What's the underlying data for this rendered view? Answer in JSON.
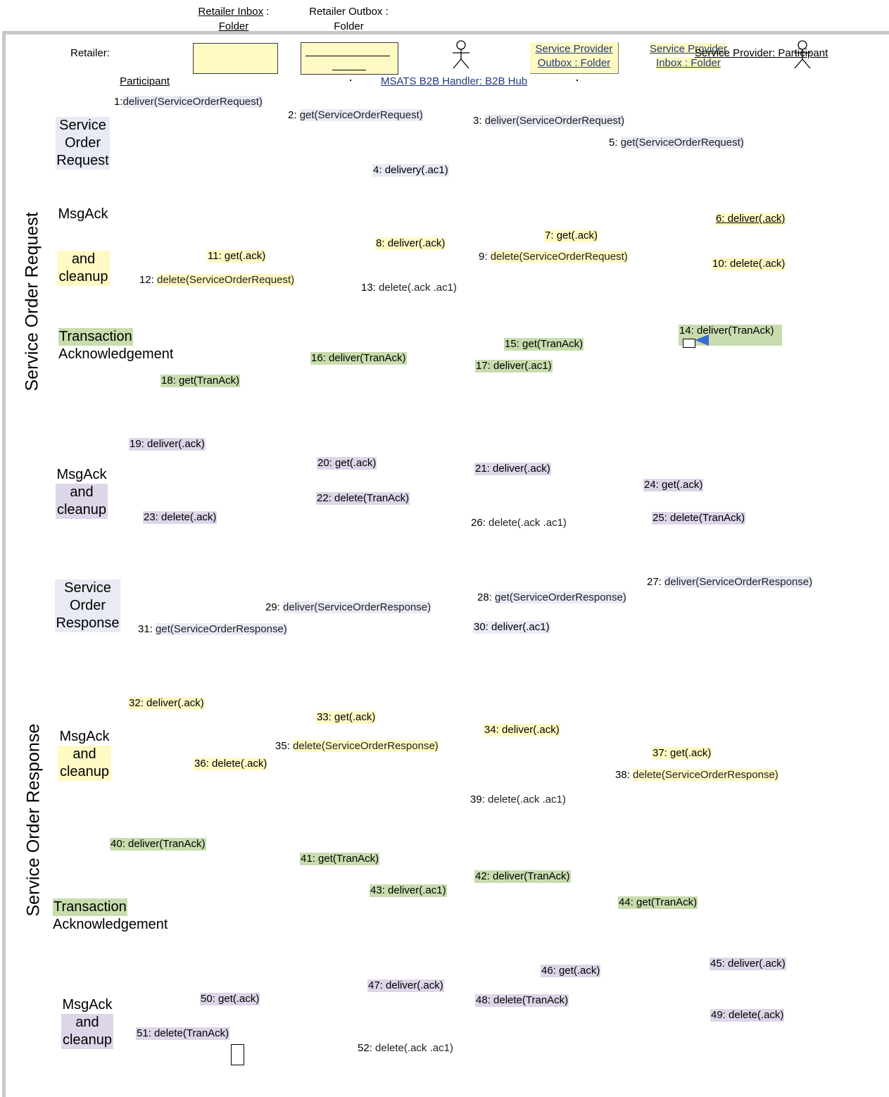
{
  "header": {
    "retailer_inbox_line1": "Retailer Inbox",
    "retailer_inbox_colon": " :",
    "retailer_inbox_line2": "Folder",
    "retailer_outbox_line1": "Retailer Outbox :",
    "retailer_outbox_line2": "Folder"
  },
  "participants": {
    "retailer_label": "Retailer:",
    "participant_label": "Participant",
    "hub_label": "MSATS B2B Handler: B2B Hub",
    "sp_outbox_line1": "Service Provider",
    "sp_outbox_line2": "Outbox : Folder",
    "sp_inbox_line1": "Service Provider",
    "sp_inbox_line2": "Inbox : Folder",
    "sp_participant": "Service Provider: Participant"
  },
  "vertical_sections": {
    "top": "Service Order Request",
    "bottom": "Service Order Response"
  },
  "section_labels": {
    "sor_1": "Service",
    "sor_2": "Order",
    "sor_3": "Request",
    "msgack1_1": "MsgAck",
    "msgack1_2": "and",
    "msgack1_3": "cleanup",
    "ta1_1": "Transaction",
    "ta1_2": "Acknowledgement",
    "msgack2_1": "MsgAck",
    "msgack2_2": "and",
    "msgack2_3": "cleanup",
    "sorp_1": "Service",
    "sorp_2": "Order",
    "sorp_3": "Response",
    "msgack3_1": "MsgAck",
    "msgack3_2": "and",
    "msgack3_3": "cleanup",
    "ta2_1": "Transaction",
    "ta2_2": "Acknowledgement",
    "msgack4_1": "MsgAck",
    "msgack4_2": "and",
    "msgack4_3": "cleanup"
  },
  "messages": {
    "m1": {
      "num": "1:",
      "text": "deliver(ServiceOrderRequest)"
    },
    "m2": {
      "num": "2:",
      "text": "get(ServiceOrderRequest)"
    },
    "m3": {
      "num": "3:",
      "text": "deliver(ServiceOrderRequest)"
    },
    "m4": {
      "num": "4:",
      "text": "delivery(.ac1)"
    },
    "m5": {
      "num": "5:",
      "text": "get(ServiceOrderRequest)"
    },
    "m6": {
      "num": "6:",
      "text": "deliver(.ack)"
    },
    "m7": {
      "num": "7:",
      "text": "get(.ack)"
    },
    "m8": {
      "num": "8:",
      "text": "deliver(.ack)"
    },
    "m9": {
      "num": "9:",
      "text": "delete(ServiceOrderRequest)"
    },
    "m10": {
      "num": "10:",
      "text": "delete(.ack)"
    },
    "m11": {
      "num": "11:",
      "text": "get(.ack)"
    },
    "m12": {
      "num": "12:",
      "text": "delete(ServiceOrderRequest)"
    },
    "m13": {
      "num": "13:",
      "text": "delete(.ack .ac1)"
    },
    "m14": {
      "num": "14:",
      "text": "deliver(TranAck)"
    },
    "m15": {
      "num": "15:",
      "text": "get(TranAck)"
    },
    "m16": {
      "num": "16:",
      "text": "deliver(TranAck)"
    },
    "m17": {
      "num": "17:",
      "text": "deliver(.ac1)"
    },
    "m18": {
      "num": "18:",
      "text": "get(TranAck)"
    },
    "m19": {
      "num": "19:",
      "text": "deliver(.ack)"
    },
    "m20": {
      "num": "20:",
      "text": "get(.ack)"
    },
    "m21": {
      "num": "21:",
      "text": "deliver(.ack)"
    },
    "m22": {
      "num": "22:",
      "text": "delete(TranAck)"
    },
    "m23": {
      "num": "23:",
      "text": "delete(.ack)"
    },
    "m24": {
      "num": "24:",
      "text": "get(.ack)"
    },
    "m25": {
      "num": "25:",
      "text": "delete(TranAck)"
    },
    "m26": {
      "num": "26:",
      "text": "delete(.ack .ac1)"
    },
    "m27": {
      "num": "27:",
      "text": "deliver(ServiceOrderResponse)"
    },
    "m28": {
      "num": "28:",
      "text": "get(ServiceOrderResponse)"
    },
    "m29": {
      "num": "29:",
      "text": "deliver(ServiceOrderResponse)"
    },
    "m30": {
      "num": "30:",
      "text": "deliver(.ac1)"
    },
    "m31": {
      "num": "31:",
      "text": "get(ServiceOrderResponse)"
    },
    "m32": {
      "num": "32:",
      "text": "deliver(.ack)"
    },
    "m33": {
      "num": "33:",
      "text": "get(.ack)"
    },
    "m34": {
      "num": "34:",
      "text": "deliver(.ack)"
    },
    "m35": {
      "num": "35:",
      "text": "delete(ServiceOrderResponse)"
    },
    "m36": {
      "num": "36:",
      "text": "delete(.ack)"
    },
    "m37": {
      "num": "37:",
      "text": "get(.ack)"
    },
    "m38": {
      "num": "38:",
      "text": "delete(ServiceOrderResponse)"
    },
    "m39": {
      "num": "39:",
      "text": "delete(.ack .ac1)"
    },
    "m40": {
      "num": "40:",
      "text": "deliver(TranAck)"
    },
    "m41": {
      "num": "41:",
      "text": "get(TranAck)"
    },
    "m42": {
      "num": "42:",
      "text": "deliver(TranAck)"
    },
    "m43": {
      "num": "43:",
      "text": "deliver(.ac1)"
    },
    "m44": {
      "num": "44:",
      "text": "get(TranAck)"
    },
    "m45": {
      "num": "45:",
      "text": "deliver(.ack)"
    },
    "m46": {
      "num": "46:",
      "text": "get(.ack)"
    },
    "m47": {
      "num": "47:",
      "text": "deliver(.ack)"
    },
    "m48": {
      "num": "48:",
      "text": "delete(TranAck)"
    },
    "m49": {
      "num": "49:",
      "text": "delete(.ack)"
    },
    "m50": {
      "num": "50:",
      "text": "get(.ack)"
    },
    "m51": {
      "num": "51:",
      "text": "delete(TranAck)"
    },
    "m52": {
      "num": "52:",
      "text": "delete(.ack .ac1)"
    }
  }
}
